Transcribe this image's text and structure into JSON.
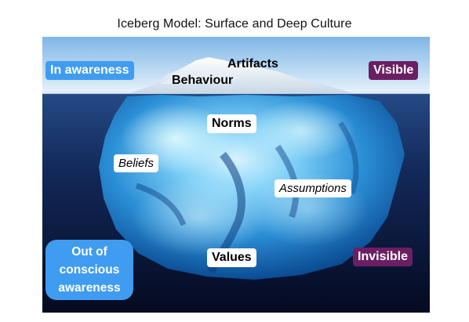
{
  "title": "Iceberg Model: Surface and Deep Culture",
  "labels": {
    "in_awareness": "In awareness",
    "visible": "Visible",
    "artifacts": "Artifacts",
    "behaviour": "Behaviour",
    "norms": "Norms",
    "beliefs": "Beliefs",
    "assumptions": "Assumptions",
    "values": "Values",
    "out_of_conscious_awareness": [
      "Out of",
      "conscious",
      "awareness"
    ],
    "invisible": "Invisible"
  },
  "colors": {
    "sky_top": "#9cc9ee",
    "sky_bottom": "#e8f2fb",
    "sea_top": "#1f3f78",
    "sea_bottom": "#050b24",
    "ice_light": "#bfeaff",
    "ice_mid": "#3aa6e6",
    "ice_dark": "#0b4f9a",
    "accent_blue": "#3f9cf0",
    "accent_purple": "#6b1f63"
  }
}
